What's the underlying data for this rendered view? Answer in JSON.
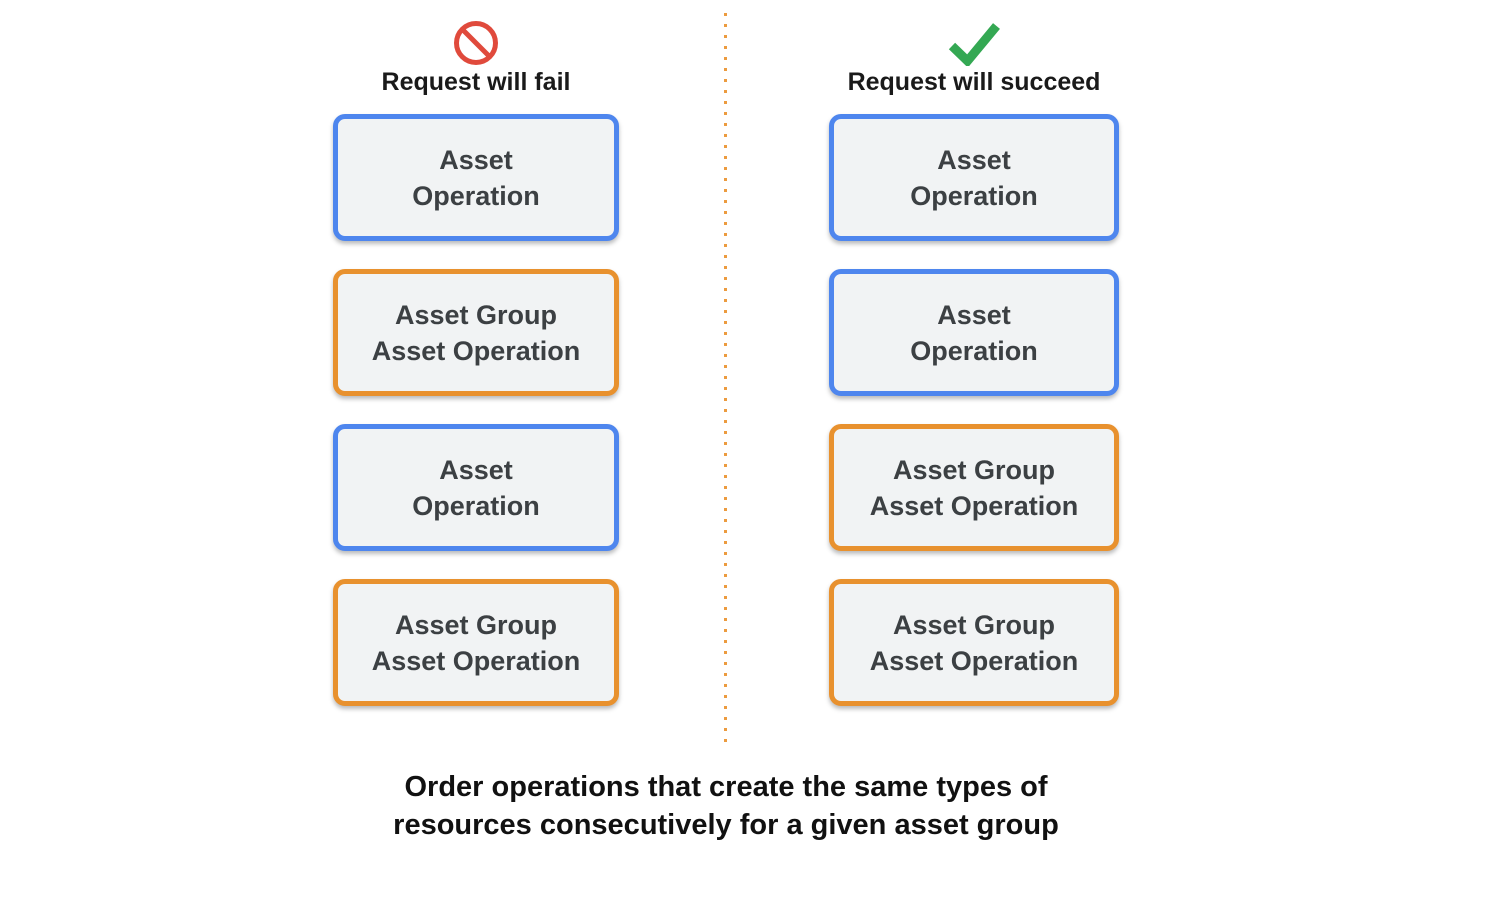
{
  "columns": [
    {
      "id": "fail",
      "icon": "prohibited-icon",
      "title": "Request will fail",
      "boxes": [
        {
          "type": "asset-operation",
          "lines": [
            "Asset",
            "Operation"
          ]
        },
        {
          "type": "asset-group-asset-operation",
          "lines": [
            "Asset Group",
            "Asset Operation"
          ]
        },
        {
          "type": "asset-operation",
          "lines": [
            "Asset",
            "Operation"
          ]
        },
        {
          "type": "asset-group-asset-operation",
          "lines": [
            "Asset Group",
            "Asset Operation"
          ]
        }
      ]
    },
    {
      "id": "succeed",
      "icon": "check-icon",
      "title": "Request will succeed",
      "boxes": [
        {
          "type": "asset-operation",
          "lines": [
            "Asset",
            "Operation"
          ]
        },
        {
          "type": "asset-operation",
          "lines": [
            "Asset",
            "Operation"
          ]
        },
        {
          "type": "asset-group-asset-operation",
          "lines": [
            "Asset Group",
            "Asset Operation"
          ]
        },
        {
          "type": "asset-group-asset-operation",
          "lines": [
            "Asset Group",
            "Asset Operation"
          ]
        }
      ]
    }
  ],
  "caption": {
    "lines": [
      "Order operations that create the same types of",
      "resources consecutively for a given asset group"
    ]
  },
  "colors": {
    "asset_operation_border": "#4e86ee",
    "asset_group_asset_operation_border": "#e8912e",
    "fail_icon_red": "#e04a3c",
    "succeed_icon_green": "#34a853",
    "divider_dots_orange": "#ec9b3f",
    "box_fill": "#f1f3f4",
    "box_text": "#3c4043"
  }
}
